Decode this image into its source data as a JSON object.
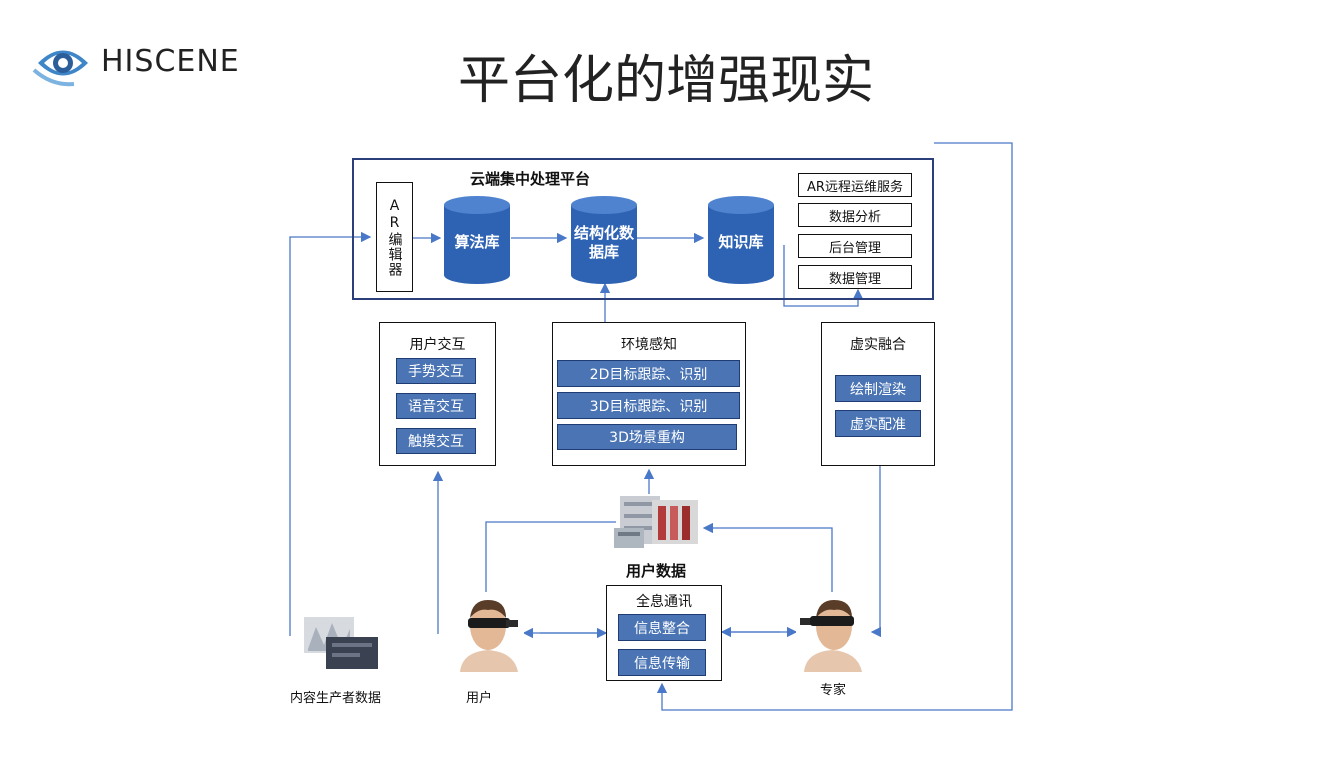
{
  "header": {
    "logo_text": "HISCENE",
    "title": "平台化的增强现实"
  },
  "cloud_platform": {
    "title": "云端集中处理平台",
    "editor_label": "AR编辑器",
    "databases": [
      "算法库",
      "结构化数据库",
      "知识库"
    ],
    "services": [
      "AR远程运维服务",
      "数据分析",
      "后台管理",
      "数据管理"
    ]
  },
  "user_interaction": {
    "title": "用户交互",
    "items": [
      "手势交互",
      "语音交互",
      "触摸交互"
    ]
  },
  "environment_perception": {
    "title": "环境感知",
    "items": [
      "2D目标跟踪、识别",
      "3D目标跟踪、识别",
      "3D场景重构"
    ]
  },
  "virtual_real_fusion": {
    "title": "虚实融合",
    "items": [
      "绘制渲染",
      "虚实配准"
    ]
  },
  "holographic_comm": {
    "title": "全息通讯",
    "items": [
      "信息整合",
      "信息传输"
    ]
  },
  "captions": {
    "user_data": "用户数据",
    "content_producer": "内容生产者数据",
    "user": "用户",
    "expert": "专家"
  },
  "colors": {
    "accent_blue": "#4a74b4",
    "frame_navy": "#2b3f7a",
    "line_blue": "#4a78c8",
    "db_blue": "#2e62b3"
  }
}
